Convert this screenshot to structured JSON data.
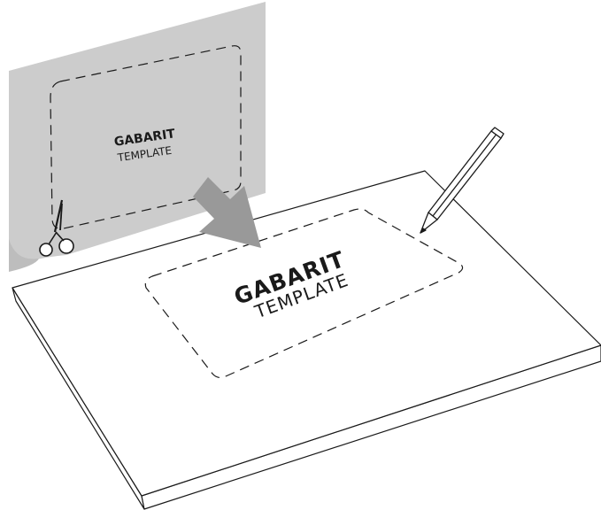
{
  "template_sheet": {
    "title": "GABARIT",
    "subtitle": "TEMPLATE",
    "color": "#cccccc"
  },
  "board_print": {
    "title": "GABARIT",
    "subtitle": "TEMPLATE"
  },
  "colors": {
    "arrow": "#999999",
    "outline": "#1a1a1a",
    "board_fill": "#ffffff"
  },
  "icons": [
    "scissors-icon",
    "pencil-icon",
    "arrow-icon"
  ]
}
